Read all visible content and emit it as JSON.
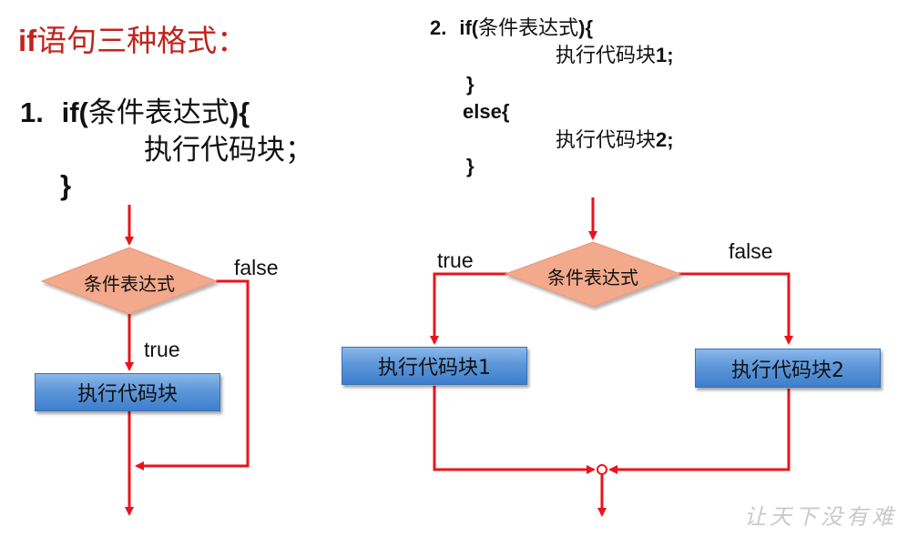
{
  "title": {
    "keyword": "if",
    "rest": "语句三种格式："
  },
  "format1": {
    "line1_num": "1.",
    "line1_kw": "if(",
    "line1_cond": "条件表达式",
    "line1_end": "){",
    "line2": "执行代码块；",
    "line3": "}"
  },
  "format2": {
    "line1_num": "2.",
    "line1_kw": "if(",
    "line1_cond": "条件表达式",
    "line1_end": "){",
    "line2_text": "执行代码块",
    "line2_num": "1;",
    "line3": "}",
    "line4": "else{",
    "line5_text": "执行代码块",
    "line5_num": "2;",
    "line6": "}"
  },
  "flow1": {
    "condition": "条件表达式",
    "false_label": "false",
    "true_label": "true",
    "block": "执行代码块"
  },
  "flow2": {
    "condition": "条件表达式",
    "true_label": "true",
    "false_label": "false",
    "block1": "执行代码块1",
    "block2": "执行代码块2"
  },
  "colors": {
    "arrow": "#e8141b",
    "diamond": "#f3a98b",
    "box": "#5e97d9",
    "title": "#c0241c"
  },
  "watermark": "让天下没有难"
}
